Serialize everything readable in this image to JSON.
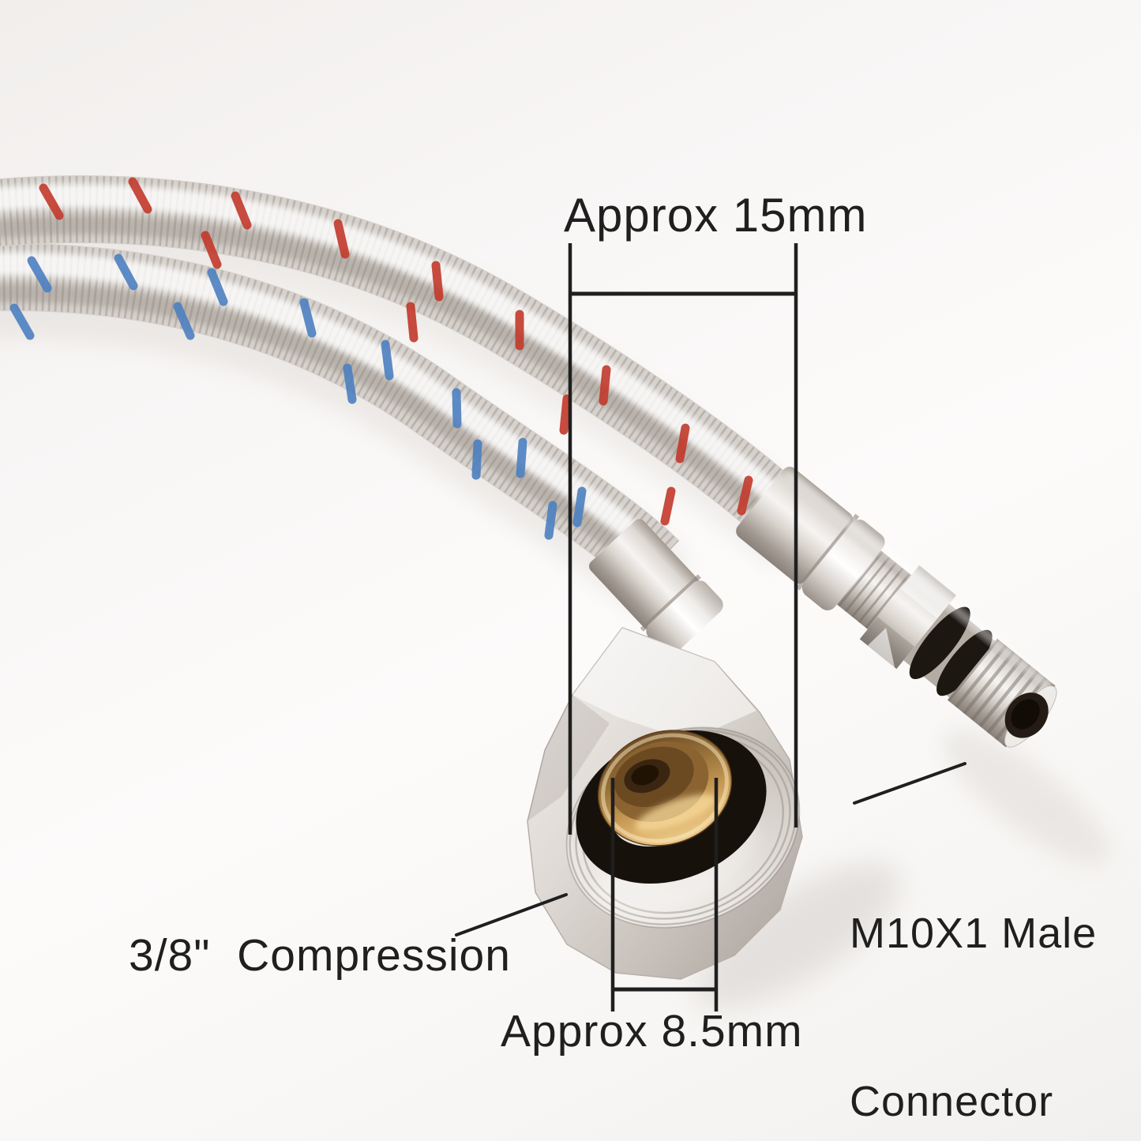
{
  "annotations": {
    "ink_color": "#1f1f1f",
    "top_dimension": {
      "label": "Approx 15mm"
    },
    "bottom_dimension": {
      "label": "Approx 8.5mm"
    },
    "compression_fitting": {
      "label": "3/8\"  Compression"
    },
    "male_connector": {
      "label_line1": "M10X1 Male",
      "label_line2": "Connector"
    }
  },
  "photo": {
    "hot_hose": {
      "tracer_color": "#c2392b"
    },
    "cold_hose": {
      "tracer_color": "#4d80c0"
    },
    "compression_nut": {
      "gasket_color": "#17110c",
      "brass_color": "#8a6331"
    },
    "male_connector": {
      "oring_color": "#1d1712"
    }
  }
}
